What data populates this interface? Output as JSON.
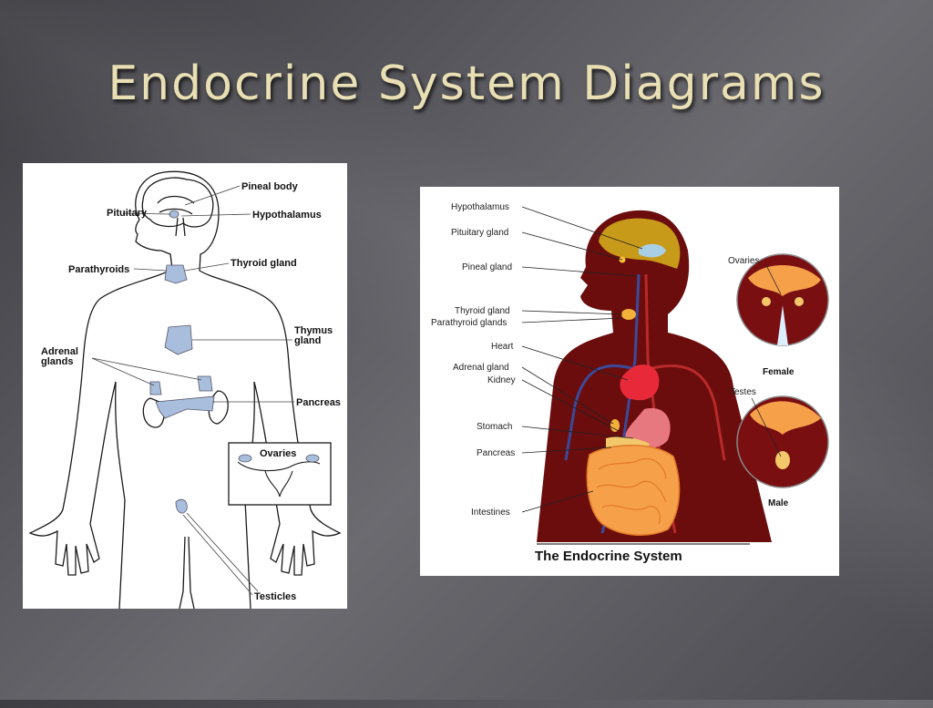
{
  "slide": {
    "title": "Endocrine System Diagrams"
  },
  "left_diagram": {
    "labels": {
      "pineal_body": "Pineal body",
      "pituitary": "Pituitary",
      "hypothalamus": "Hypothalamus",
      "parathyroids": "Parathyroids",
      "thyroid_gland": "Thyroid gland",
      "thymus_gland_1": "Thymus",
      "thymus_gland_2": "gland",
      "adrenal_glands_1": "Adrenal",
      "adrenal_glands_2": "glands",
      "pancreas": "Pancreas",
      "ovaries": "Ovaries",
      "testicles": "Testicles"
    },
    "colors": {
      "gland": "#a8bedc",
      "outline": "#1a1a1a"
    }
  },
  "right_diagram": {
    "caption": "The Endocrine System",
    "labels": {
      "hypothalamus": "Hypothalamus",
      "pituitary_gland": "Pituitary gland",
      "pineal_gland": "Pineal gland",
      "thyroid_gland": "Thyroid gland",
      "parathyroid_glands": "Parathyroid glands",
      "heart": "Heart",
      "adrenal_gland": "Adrenal gland",
      "kidney": "Kidney",
      "stomach": "Stomach",
      "pancreas": "Pancreas",
      "intestines": "Intestines",
      "ovaries": "Ovaries",
      "female": "Female",
      "testes": "Testes",
      "male": "Male"
    },
    "colors": {
      "body": "#6b0d0d",
      "heart": "#e8293a",
      "intestine": "#f6a04a",
      "brain": "#c89a1a",
      "vessel": "#3a4a9a"
    }
  }
}
